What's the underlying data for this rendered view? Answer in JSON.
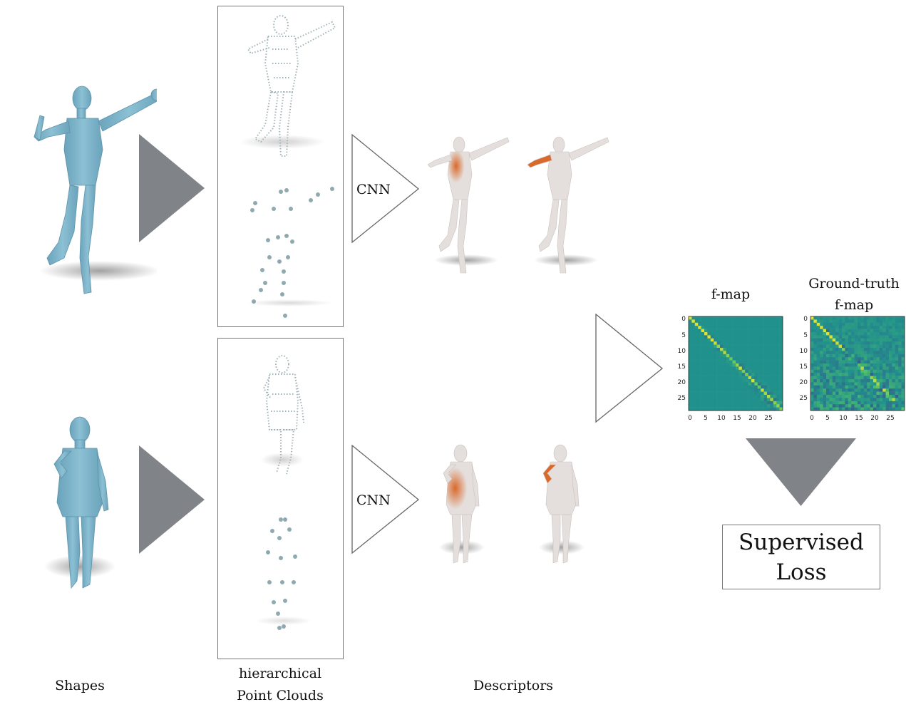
{
  "labels": {
    "shapes": "Shapes",
    "point_clouds_line1": "hierarchical",
    "point_clouds_line2": "Point Clouds",
    "descriptors": "Descriptors",
    "cnn_top": "CNN",
    "cnn_bottom": "CNN",
    "fmap": "f-map",
    "gt_fmap_line1": "Ground-truth",
    "gt_fmap_line2": "f-map",
    "loss_line1": "Supervised",
    "loss_line2": "Loss"
  },
  "fmap_axis": {
    "y_ticks": [
      "0",
      "5",
      "10",
      "15",
      "20",
      "25"
    ],
    "x_ticks": [
      "0",
      "5",
      "10",
      "15",
      "20",
      "25"
    ]
  },
  "colors": {
    "shape_blue": "#7fb2c8",
    "arrow_gray": "#808387",
    "highlight_orange": "#d9692c",
    "body_gray": "#e4dfdc",
    "matrix_bg": "#2a8e8a"
  },
  "icons": [
    "body-mesh",
    "point-cloud",
    "triangle-arrow",
    "heatmap"
  ]
}
